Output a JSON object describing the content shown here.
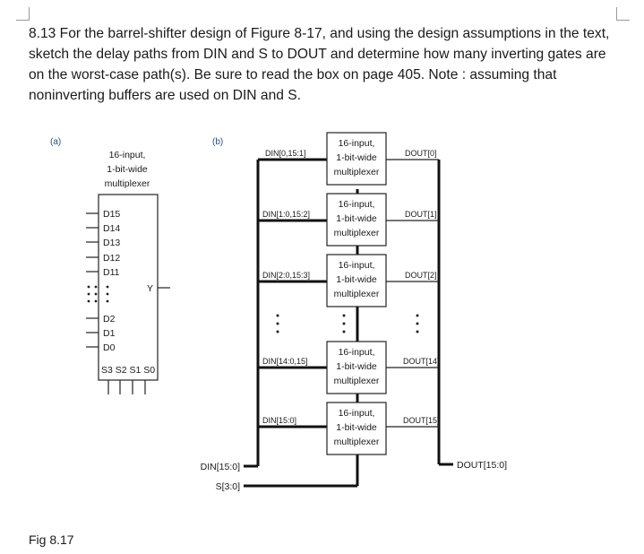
{
  "question": {
    "text": "8.13 For the barrel-shifter design of Figure 8-17, and using the design assumptions in the text, sketch the delay paths from DIN and S to DOUT and determine how many inverting gates are on the worst-case path(s). Be sure to read the box on page 405. Note : assuming that noninverting buffers are used on DIN and S."
  },
  "figure": {
    "caption": "Fig 8.17",
    "panel_a": {
      "label": "(a)",
      "title_lines": [
        "16-input,",
        "1-bit-wide",
        "multiplexer"
      ],
      "inputs_top": [
        "D15",
        "D14",
        "D13",
        "D12",
        "D11"
      ],
      "inputs_bottom": [
        "D2",
        "D1",
        "D0"
      ],
      "output": "Y",
      "selects": "S3 S2 S1 S0"
    },
    "panel_b": {
      "label": "(b)",
      "mux_lines": [
        "16-input,",
        "1-bit-wide",
        "multiplexer"
      ],
      "stages": [
        {
          "din": "DIN[0,15:1]",
          "dout": "DOUT[0]"
        },
        {
          "din": "DIN[1:0,15:2]",
          "dout": "DOUT[1]"
        },
        {
          "din": "DIN[2:0,15:3]",
          "dout": "DOUT[2]"
        },
        {
          "din": "DIN[14:0,15]",
          "dout": "DOUT[14]"
        },
        {
          "din": "DIN[15:0]",
          "dout": "DOUT[15]"
        }
      ],
      "din_bus": "DIN[15:0]",
      "s_bus": "S[3:0]",
      "dout_bus": "DOUT[15:0]"
    }
  }
}
